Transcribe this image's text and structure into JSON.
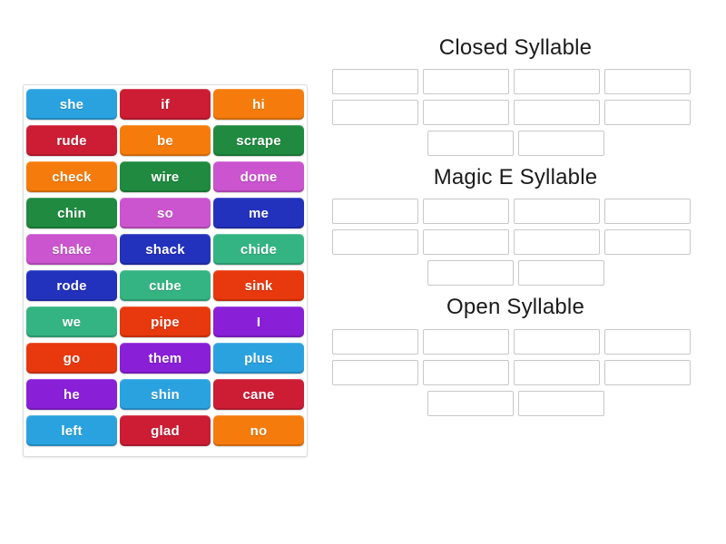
{
  "activity": {
    "type": "word-sort",
    "tray_columns": 3,
    "tray_rows": 10
  },
  "word_tiles": [
    {
      "label": "she",
      "color": "#2ba2e0"
    },
    {
      "label": "if",
      "color": "#cc1d35"
    },
    {
      "label": "hi",
      "color": "#f57c0c"
    },
    {
      "label": "rude",
      "color": "#cc1d35"
    },
    {
      "label": "be",
      "color": "#f57c0c"
    },
    {
      "label": "scrape",
      "color": "#1f8a40"
    },
    {
      "label": "check",
      "color": "#f57c0c"
    },
    {
      "label": "wire",
      "color": "#1f8a40"
    },
    {
      "label": "dome",
      "color": "#cb54cf"
    },
    {
      "label": "chin",
      "color": "#1f8a40"
    },
    {
      "label": "so",
      "color": "#cb54cf"
    },
    {
      "label": "me",
      "color": "#2332bd"
    },
    {
      "label": "shake",
      "color": "#cb54cf"
    },
    {
      "label": "shack",
      "color": "#2332bd"
    },
    {
      "label": "chide",
      "color": "#35b483"
    },
    {
      "label": "rode",
      "color": "#2332bd"
    },
    {
      "label": "cube",
      "color": "#35b483"
    },
    {
      "label": "sink",
      "color": "#e8380d"
    },
    {
      "label": "we",
      "color": "#35b483"
    },
    {
      "label": "pipe",
      "color": "#e8380d"
    },
    {
      "label": "I",
      "color": "#8a1fd8"
    },
    {
      "label": "go",
      "color": "#e8380d"
    },
    {
      "label": "them",
      "color": "#8a1fd8"
    },
    {
      "label": "plus",
      "color": "#2ba2e0"
    },
    {
      "label": "he",
      "color": "#8a1fd8"
    },
    {
      "label": "shin",
      "color": "#2ba2e0"
    },
    {
      "label": "cane",
      "color": "#cc1d35"
    },
    {
      "label": "left",
      "color": "#2ba2e0"
    },
    {
      "label": "glad",
      "color": "#cc1d35"
    },
    {
      "label": "no",
      "color": "#f57c0c"
    }
  ],
  "sections": [
    {
      "title": "Closed Syllable",
      "slot_rows": [
        {
          "count": 4,
          "centered": false,
          "values": [
            "",
            "",
            "",
            ""
          ]
        },
        {
          "count": 4,
          "centered": false,
          "values": [
            "",
            "",
            "",
            ""
          ]
        },
        {
          "count": 2,
          "centered": true,
          "values": [
            "",
            ""
          ]
        }
      ]
    },
    {
      "title": "Magic E Syllable",
      "slot_rows": [
        {
          "count": 4,
          "centered": false,
          "values": [
            "",
            "",
            "",
            ""
          ]
        },
        {
          "count": 4,
          "centered": false,
          "values": [
            "",
            "",
            "",
            ""
          ]
        },
        {
          "count": 2,
          "centered": true,
          "values": [
            "",
            ""
          ]
        }
      ]
    },
    {
      "title": "Open Syllable",
      "slot_rows": [
        {
          "count": 4,
          "centered": false,
          "values": [
            "",
            "",
            "",
            ""
          ]
        },
        {
          "count": 4,
          "centered": false,
          "values": [
            "",
            "",
            "",
            ""
          ]
        },
        {
          "count": 2,
          "centered": true,
          "values": [
            "",
            ""
          ]
        }
      ]
    }
  ],
  "theme": {
    "page_background": "#ffffff",
    "tray_border": "#dcdcdc",
    "slot_border": "#c8c8c8",
    "title_color": "#1b1b1b"
  }
}
